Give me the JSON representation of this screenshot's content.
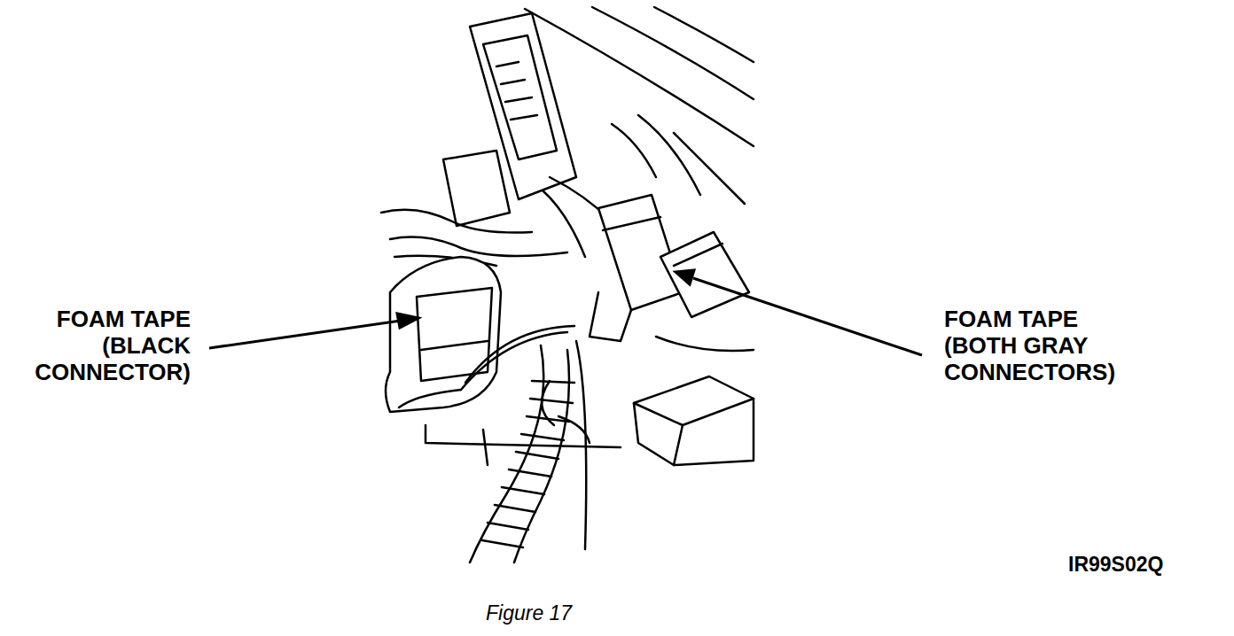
{
  "diagram": {
    "caption": "Figure 17",
    "labels": [
      "FOAM TAPE (BLACK CONNECTOR)",
      "FOAM TAPE (BOTH GRAY CONNECTORS)",
      "IR99S02Q"
    ]
  }
}
